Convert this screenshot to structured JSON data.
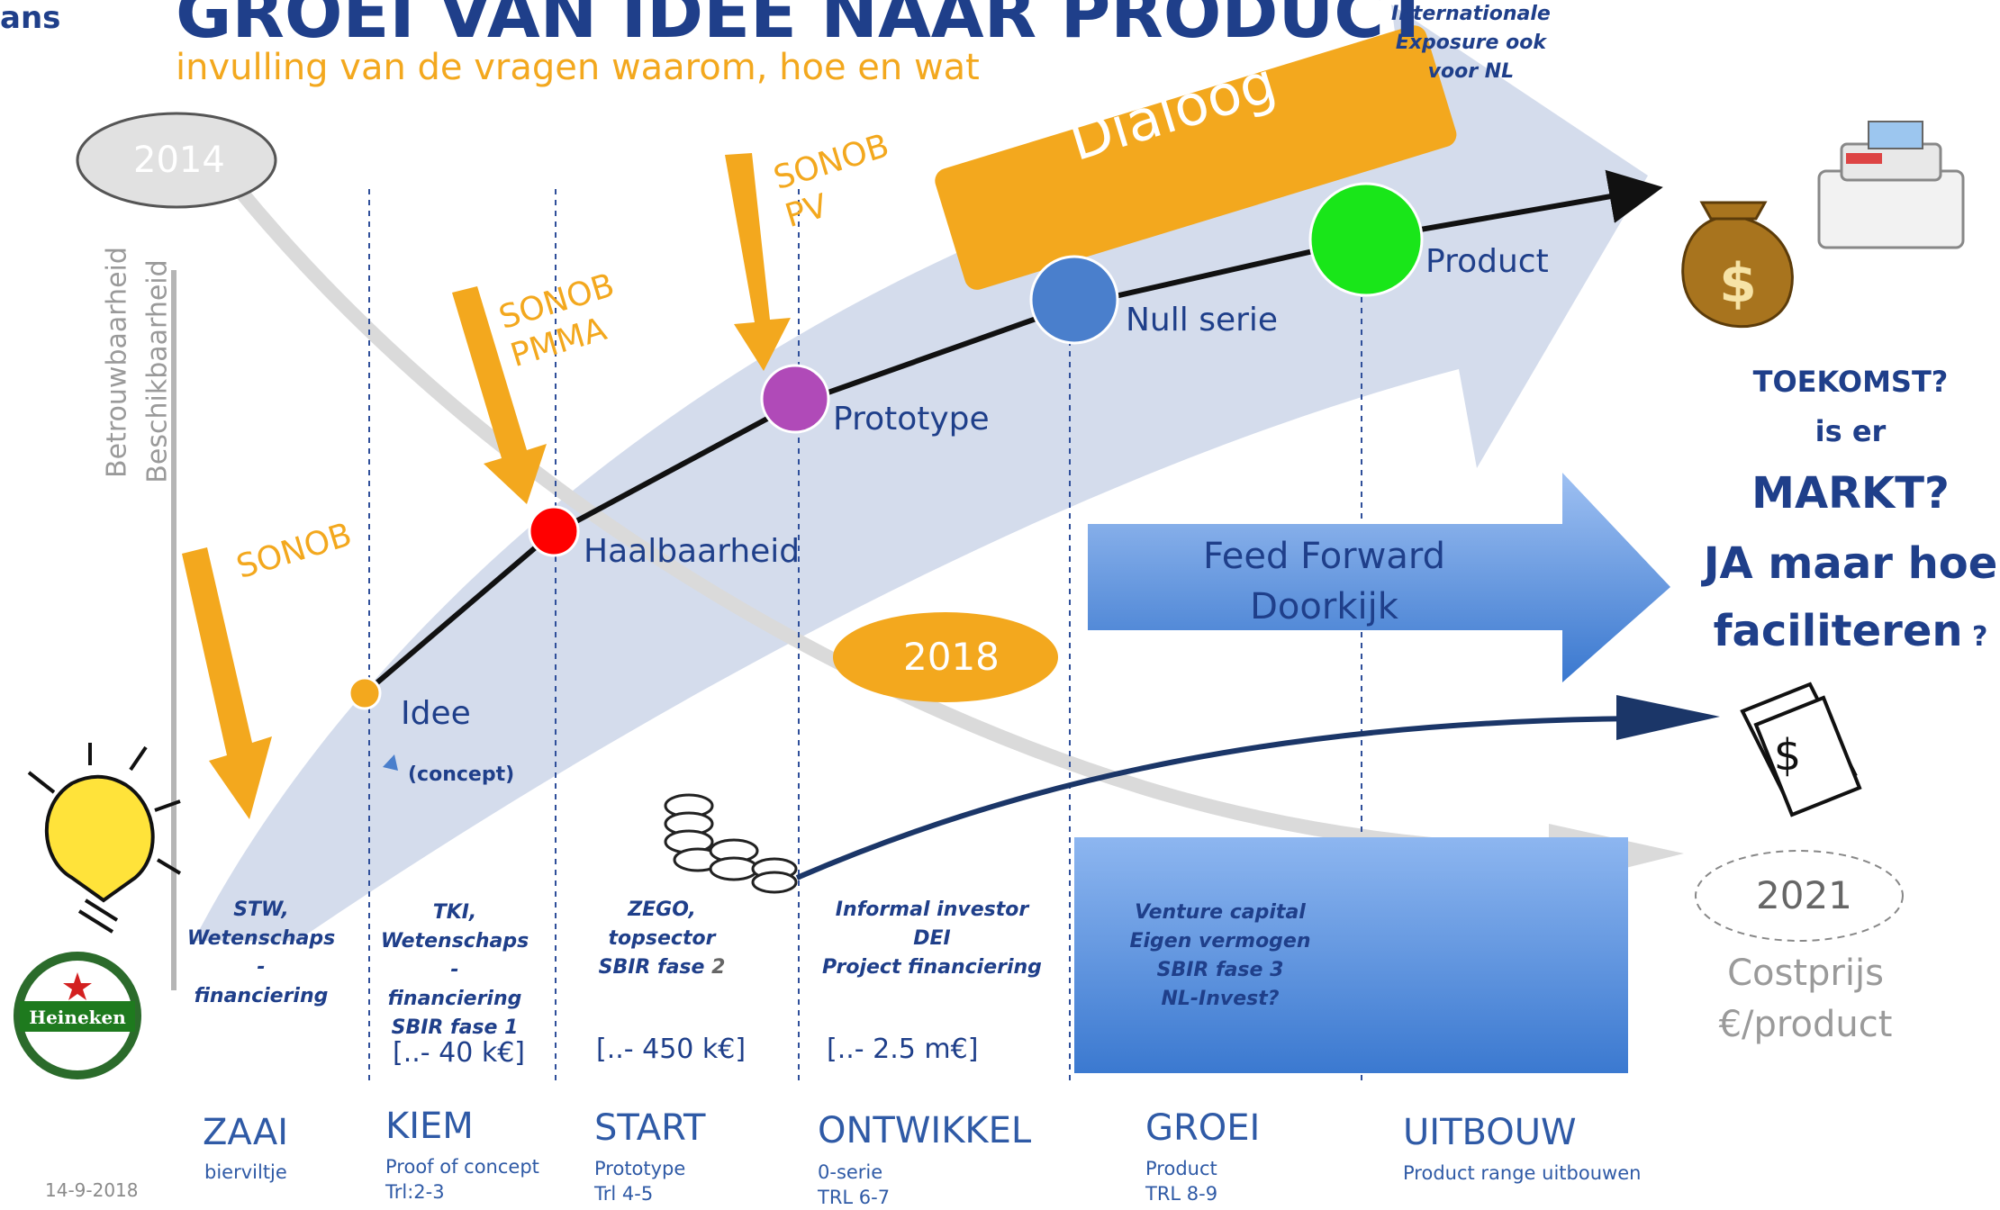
{
  "header": {
    "logo_fragment": "ans",
    "title": "GROEI VAN IDEE NAAR PRODUCT",
    "subtitle": "invulling van de vragen waarom, hoe en wat"
  },
  "years": {
    "y2014": "2014",
    "y2018": "2018",
    "y2021": "2021"
  },
  "axis": {
    "betrouwbaarheid": "Betrouwbaarheid",
    "beschikbaarheid": "Beschikbaarheid"
  },
  "banner": {
    "dialoog": "Dialoog"
  },
  "sonob": {
    "s1": "SONOB",
    "s2": "SONOB\nPMMA",
    "s3": "SONOB\nPV"
  },
  "milestones": {
    "idee": "Idee",
    "concept": "(concept)",
    "haalbaarheid": "Haalbaarheid",
    "prototype": "Prototype",
    "null_serie": "Null serie",
    "product": "Product"
  },
  "feed_forward": {
    "line1": "Feed Forward",
    "line2": "Doorkijk"
  },
  "right": {
    "toekomst": "TOEKOMST?",
    "is_er": "is er",
    "markt": "MARKT?",
    "ja_maar_hoe": "JA maar hoe",
    "faciliteren": "faciliteren",
    "question_mark": " ?",
    "costprijs": "Costprijs",
    "costprijs_unit": "€/product"
  },
  "funding": {
    "zaai": [
      "STW,",
      "Wetenschaps -",
      "financiering"
    ],
    "kiem": [
      "TKI,",
      "Wetenschaps -",
      "financiering",
      "SBIR fase 1"
    ],
    "start": [
      "ZEGO,",
      "topsector"
    ],
    "start_sbir": "SBIR fase ",
    "start_sbir_num": "2",
    "ontwikkel": [
      "Informal investor",
      "DEI",
      "Project financiering"
    ],
    "groei": [
      "Venture capital",
      "Eigen vermogen",
      "SBIR fase 3",
      "NL-Invest?"
    ],
    "uitbouw": [
      "Internationale",
      "Exposure ook",
      "voor NL"
    ]
  },
  "amounts": {
    "kiem": "[..- 40 k€]",
    "start": "[..- 450 k€]",
    "ontwikkel": "[..- 2.5 m€]"
  },
  "phases": [
    {
      "name": "ZAAI",
      "sub1": "bierviltje"
    },
    {
      "name": "KIEM",
      "sub1": "Proof of concept",
      "sub2": "Trl:2-3"
    },
    {
      "name": "START",
      "sub1": "Prototype",
      "sub2": "Trl 4-5"
    },
    {
      "name": "ONTWIKKEL",
      "sub1": "0-serie",
      "sub2": "TRL  6-7"
    },
    {
      "name": "GROEI",
      "sub1": "Product",
      "sub2": "TRL 8-9"
    },
    {
      "name": "UITBOUW",
      "sub1": "Product range uitbouwen"
    }
  ],
  "footer": {
    "date": "14-9-2018"
  },
  "colors": {
    "navy": "#1f3f8a",
    "orange": "#f3a81e",
    "band": "#d4dcec",
    "idee": "#f3a81e",
    "haalbaarheid": "#ff0000",
    "prototype": "#b04ab8",
    "null_serie": "#4a7fcc",
    "product": "#19e619"
  }
}
